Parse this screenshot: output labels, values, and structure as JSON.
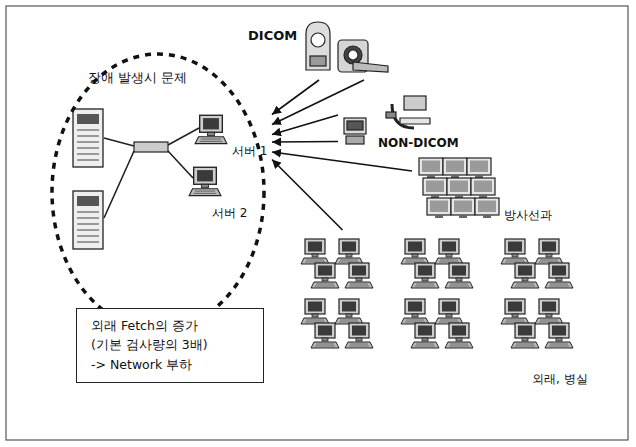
{
  "diagram": {
    "nodes": [
      {
        "text": [
          "장애 발생시 문제"
        ]
      },
      {
        "text": [
          "서버 1"
        ],
        "in": 0
      },
      {
        "text": [
          "서버 2"
        ],
        "in": 0
      },
      {
        "text": [
          "DICOM"
        ]
      },
      {
        "text": [
          "NON-DICOM"
        ]
      },
      {
        "text": [
          "방사선과"
        ]
      },
      {
        "text": [
          "외래, 병실"
        ]
      },
      {
        "text": [
          "외래 Fetch의 증가",
          "(기본 검사량의 3배)",
          "-> Network 부하"
        ]
      }
    ],
    "edges": [
      {
        "from": 3,
        "to": 1,
        "arrow": "to"
      },
      {
        "from": 3,
        "to": 1,
        "arrow": "to"
      },
      {
        "from": 4,
        "to": 1,
        "arrow": "to"
      },
      {
        "from": 4,
        "to": 1,
        "arrow": "to"
      },
      {
        "from": 5,
        "to": 1,
        "arrow": "to"
      },
      {
        "from": 6,
        "to": 1,
        "arrow": "to"
      }
    ]
  }
}
